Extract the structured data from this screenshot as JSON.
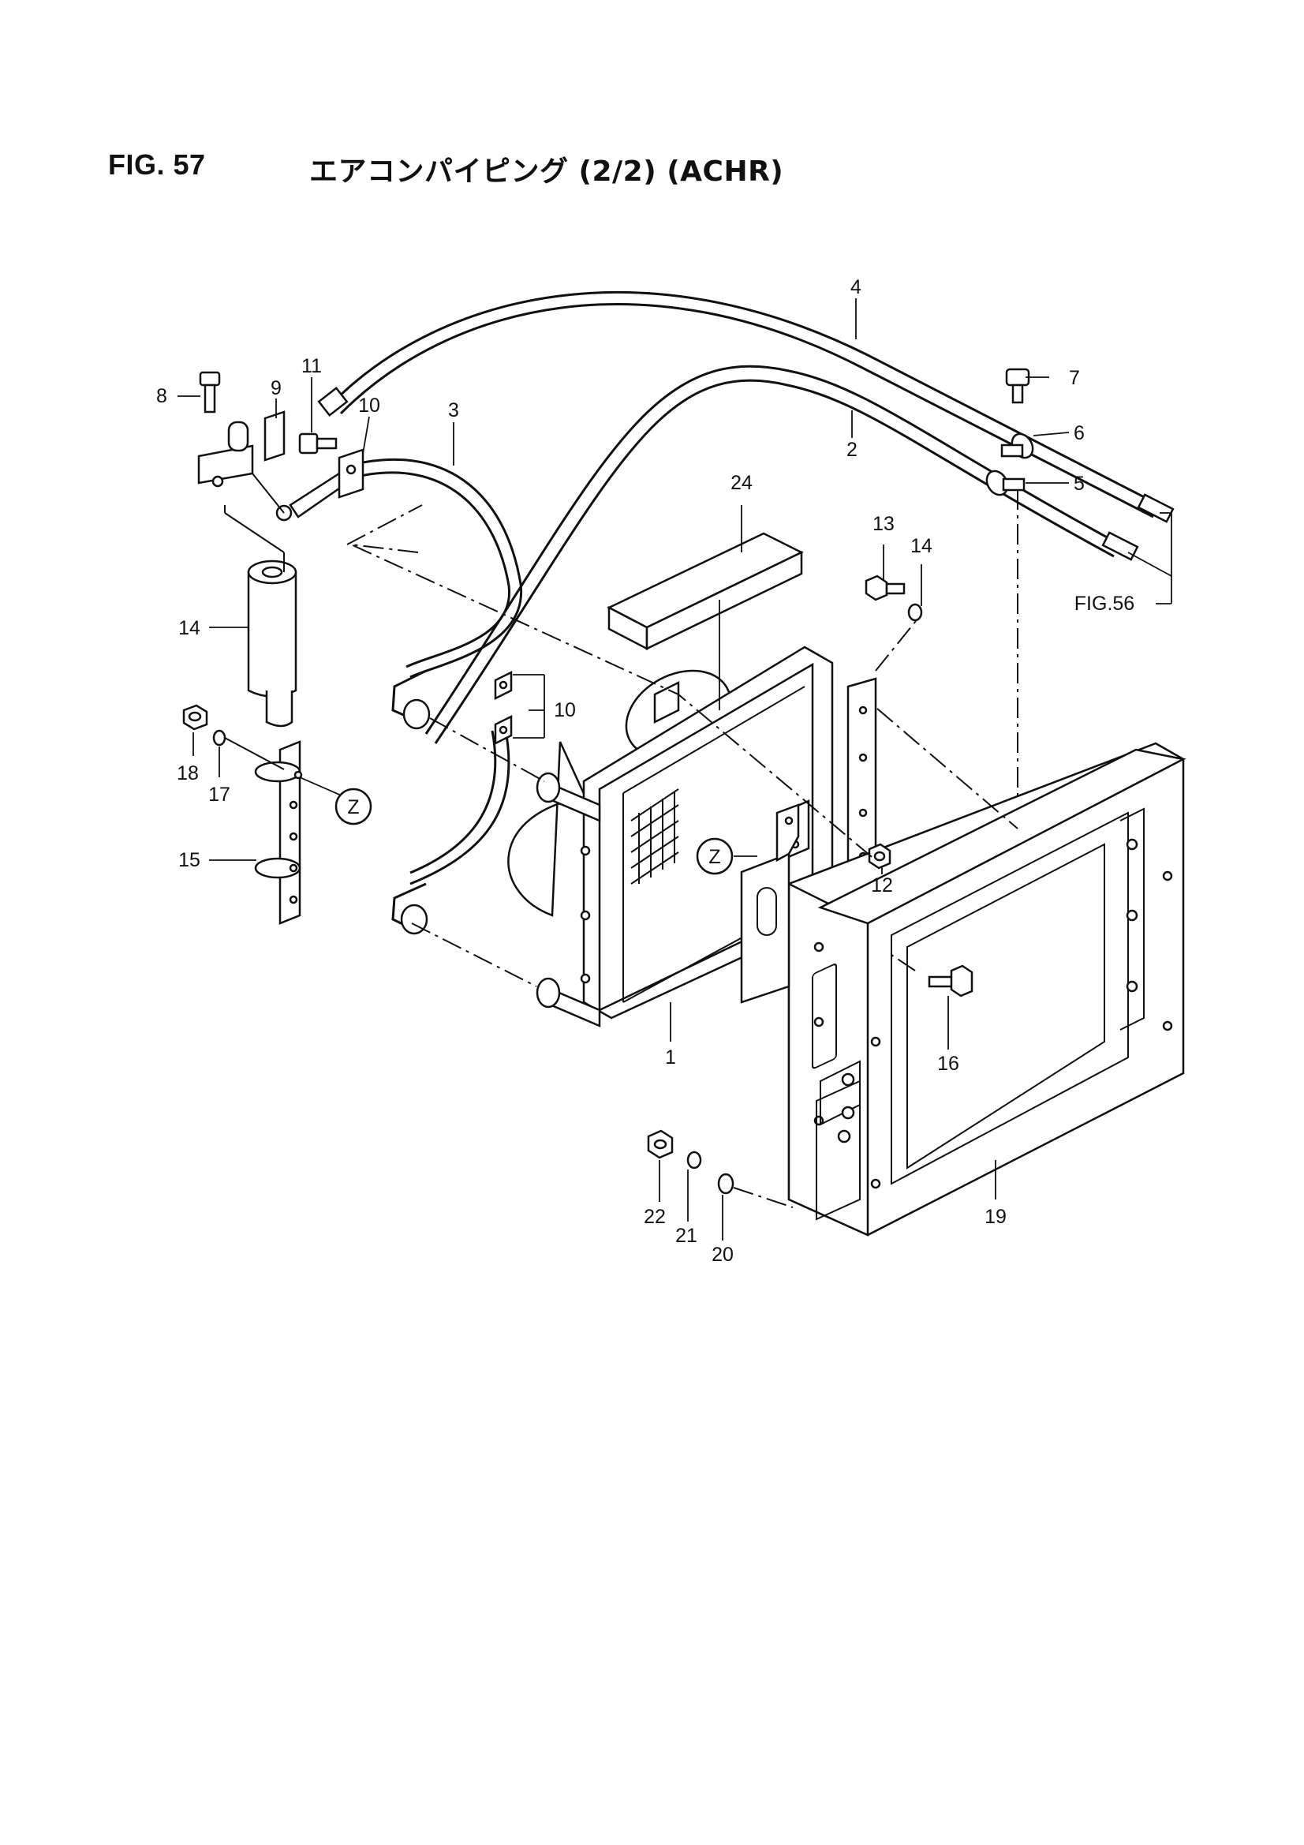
{
  "header": {
    "figure_number": "FIG. 57",
    "figure_title": "エアコンパイピング (2/2) (ACHR)"
  },
  "callouts": [
    {
      "id": "c1",
      "label": "1"
    },
    {
      "id": "c2",
      "label": "2"
    },
    {
      "id": "c3",
      "label": "3"
    },
    {
      "id": "c4",
      "label": "4"
    },
    {
      "id": "c5",
      "label": "5"
    },
    {
      "id": "c6",
      "label": "6"
    },
    {
      "id": "c7",
      "label": "7"
    },
    {
      "id": "c8",
      "label": "8"
    },
    {
      "id": "c9",
      "label": "9"
    },
    {
      "id": "c10a",
      "label": "10"
    },
    {
      "id": "c10b",
      "label": "10"
    },
    {
      "id": "c11",
      "label": "11"
    },
    {
      "id": "c12",
      "label": "12"
    },
    {
      "id": "c13",
      "label": "13"
    },
    {
      "id": "c14",
      "label": "14"
    },
    {
      "id": "c15",
      "label": "15"
    },
    {
      "id": "c16",
      "label": "16"
    },
    {
      "id": "c17",
      "label": "17"
    },
    {
      "id": "c18",
      "label": "18"
    },
    {
      "id": "c19",
      "label": "19"
    },
    {
      "id": "c20",
      "label": "20"
    },
    {
      "id": "c21",
      "label": "21"
    },
    {
      "id": "c22",
      "label": "22"
    },
    {
      "id": "c23",
      "label": "23"
    },
    {
      "id": "c24",
      "label": "24"
    }
  ],
  "references": {
    "fig56": "FIG.56",
    "zone_marker": "Z"
  }
}
